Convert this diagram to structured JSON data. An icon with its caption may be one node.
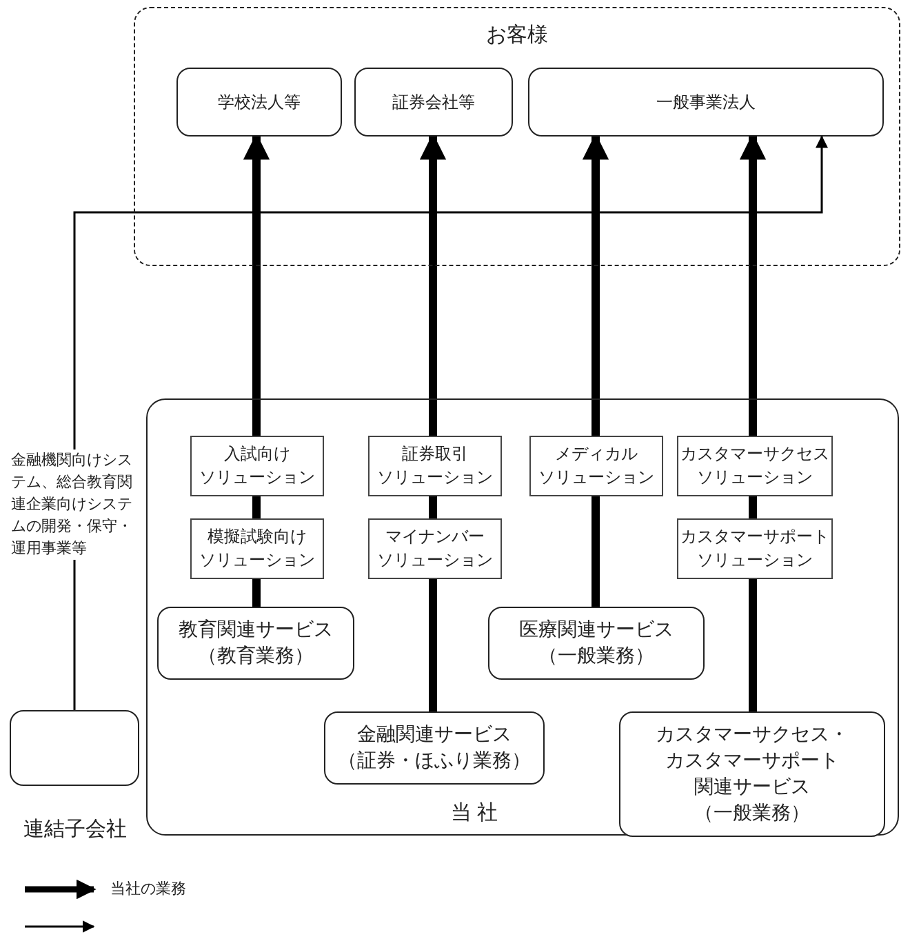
{
  "diagram": {
    "nodes": [
      {
        "text": [
          "お客様"
        ]
      },
      {
        "text": [
          "学校法人等"
        ],
        "in": 0
      },
      {
        "text": [
          "証券会社等"
        ],
        "in": 0
      },
      {
        "text": [
          "一般事業法人"
        ],
        "in": 0
      },
      {
        "text": [
          "当 社"
        ]
      },
      {
        "text": [
          "入試向けソリューション"
        ],
        "in": 4
      },
      {
        "text": [
          "証券取引ソリューション"
        ],
        "in": 4
      },
      {
        "text": [
          "メディカルソリューション"
        ],
        "in": 4
      },
      {
        "text": [
          "カスタマーサクセスソリューション"
        ],
        "in": 4
      },
      {
        "text": [
          "模擬試験向けソリューション"
        ],
        "in": 4
      },
      {
        "text": [
          "マイナンバーソリューション"
        ],
        "in": 4
      },
      {
        "text": [
          "カスタマーサポートソリューション"
        ],
        "in": 4
      },
      {
        "text": [
          "教育関連サービス（教育業務）"
        ],
        "in": 4
      },
      {
        "text": [
          "医療関連サービス（一般業務）"
        ],
        "in": 4
      },
      {
        "text": [
          "金融関連サービス（証券・ほふり業務）"
        ],
        "in": 4
      },
      {
        "text": [
          "カスタマーサクセス・カスタマーサポート関連サービス（一般業務）"
        ],
        "in": 4
      },
      {
        "text": [],
        "shape": "box",
        "beside": [
          "連結子会社"
        ]
      }
    ],
    "edges": [
      {
        "from": 12,
        "to": 9,
        "arrow": "none"
      },
      {
        "from": 9,
        "to": 5,
        "arrow": "none"
      },
      {
        "from": 5,
        "to": 1,
        "arrow": "to"
      },
      {
        "from": 14,
        "to": 10,
        "arrow": "none"
      },
      {
        "from": 10,
        "to": 6,
        "arrow": "none"
      },
      {
        "from": 6,
        "to": 2,
        "arrow": "to"
      },
      {
        "from": 13,
        "to": 7,
        "arrow": "none"
      },
      {
        "from": 7,
        "to": 3,
        "arrow": "to"
      },
      {
        "from": 15,
        "to": 11,
        "arrow": "none"
      },
      {
        "from": 11,
        "to": 8,
        "arrow": "none"
      },
      {
        "from": 8,
        "to": 3,
        "arrow": "to"
      },
      {
        "from": 16,
        "to": 3,
        "arrow": "to",
        "label": "金融機関向けシステム、総合教育関連企業向けシステムの開発・保守・運用事業等"
      }
    ],
    "legend": [
      {
        "text": "当社の業務"
      }
    ]
  }
}
